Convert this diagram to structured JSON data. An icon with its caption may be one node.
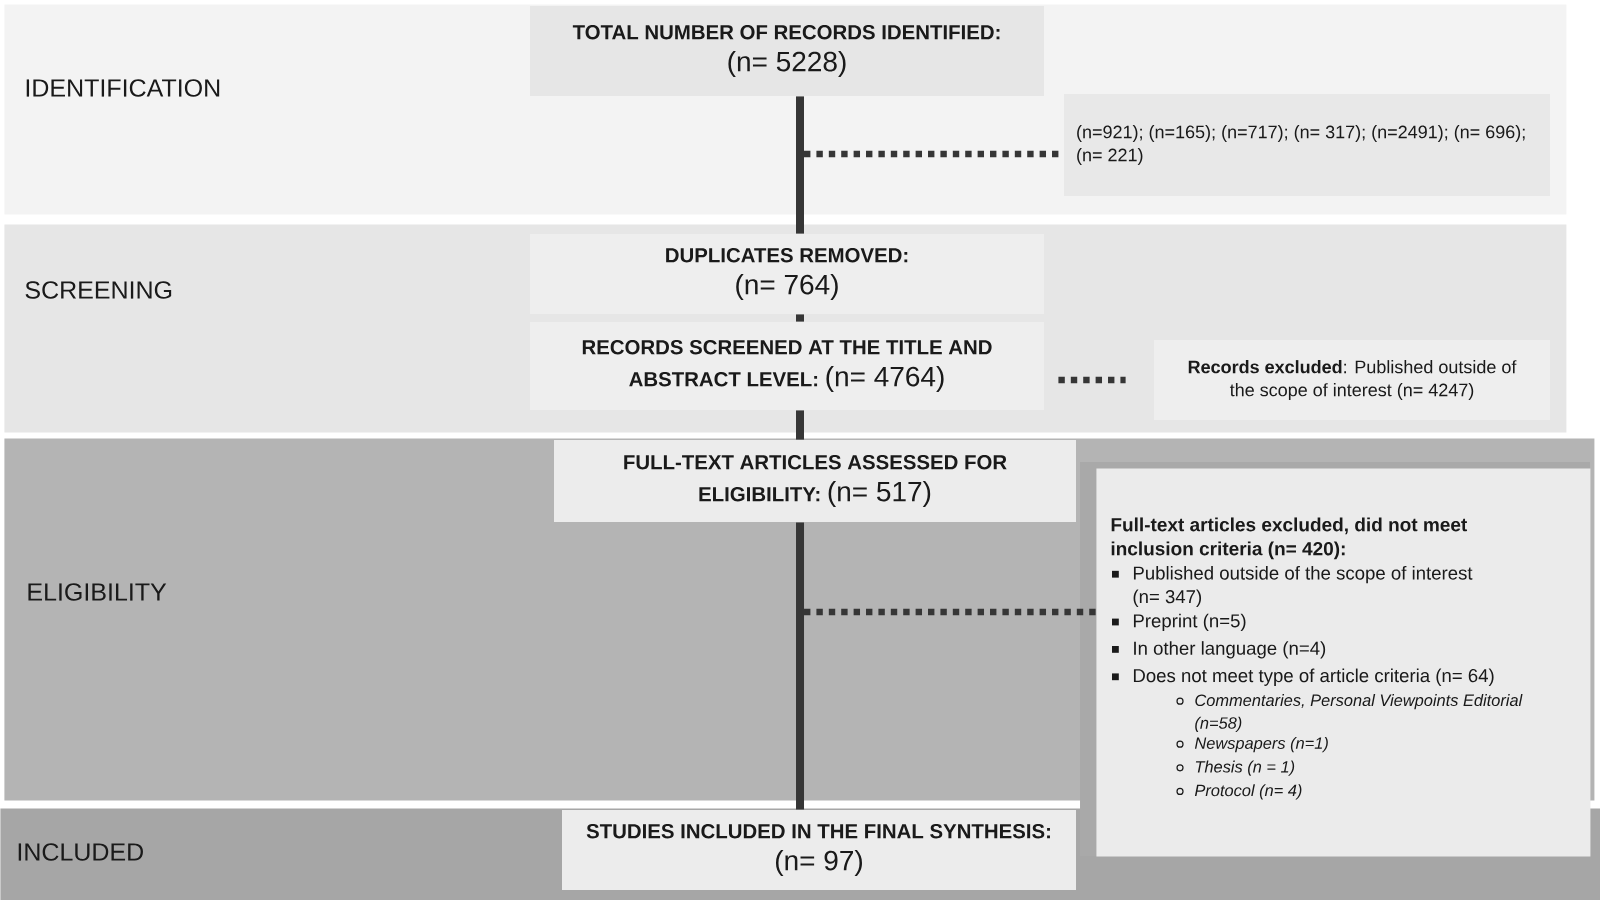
{
  "diagram": {
    "nodes": [
      {
        "text": [
          "IDENTIFICATION"
        ]
      },
      {
        "text": [
          "TOTAL NUMBER OF RECORDS IDENTIFIED:",
          "(n= 5228)"
        ],
        "in": 0
      },
      {
        "text": [
          "(n=921); (n=165); (n=717); (n= 317); (n=2491); (n= 696); (n= 221)"
        ],
        "in": 0
      },
      {
        "text": [
          "SCREENING"
        ]
      },
      {
        "text": [
          "DUPLICATES REMOVED:",
          "(n= 764)"
        ],
        "in": 3
      },
      {
        "text": [
          "RECORDS SCREENED AT THE TITLE AND ABSTRACT LEVEL:",
          "(n= 4764)"
        ],
        "in": 3
      },
      {
        "text": [
          "**Records excluded**: Published outside of the scope of interest (n= 4247)"
        ],
        "in": 3
      },
      {
        "text": [
          "ELIGIBILITY"
        ]
      },
      {
        "text": [
          "FULL-TEXT ARTICLES ASSESSED FOR ELIGIBILITY:",
          "(n= 517)"
        ],
        "in": 7
      },
      {
        "text": [
          "Full-text articles excluded, did not meet inclusion criteria (n= 420):",
          "Published outside of the scope of interest (n= 347)",
          "Preprint (n=5)",
          "In other language (n=4)",
          "Does not meet type of article criteria (n= 64)",
          "Commentaries, Personal Viewpoints Editorial (n=58)",
          "Newspapers (n=1)",
          "Thesis (n = 1)",
          "Protocol (n= 4)"
        ]
      },
      {
        "text": [
          "INCLUDED"
        ]
      },
      {
        "text": [
          "STUDIES INCLUDED IN THE FINAL SYNTHESIS:",
          "(n= 97)"
        ],
        "in": 10
      }
    ],
    "edges": [
      {
        "from": 1,
        "to": 4,
        "arrow": "none"
      },
      {
        "from": 1,
        "to": 2,
        "arrow": "none",
        "style": "dashed"
      },
      {
        "from": 4,
        "to": 5,
        "arrow": "none"
      },
      {
        "from": 5,
        "to": 6,
        "arrow": "none",
        "style": "dashed"
      },
      {
        "from": 5,
        "to": 8,
        "arrow": "none"
      },
      {
        "from": 8,
        "to": 11,
        "arrow": "none"
      },
      {
        "from": 8,
        "to": 9,
        "arrow": "none",
        "style": "dashed"
      }
    ]
  }
}
